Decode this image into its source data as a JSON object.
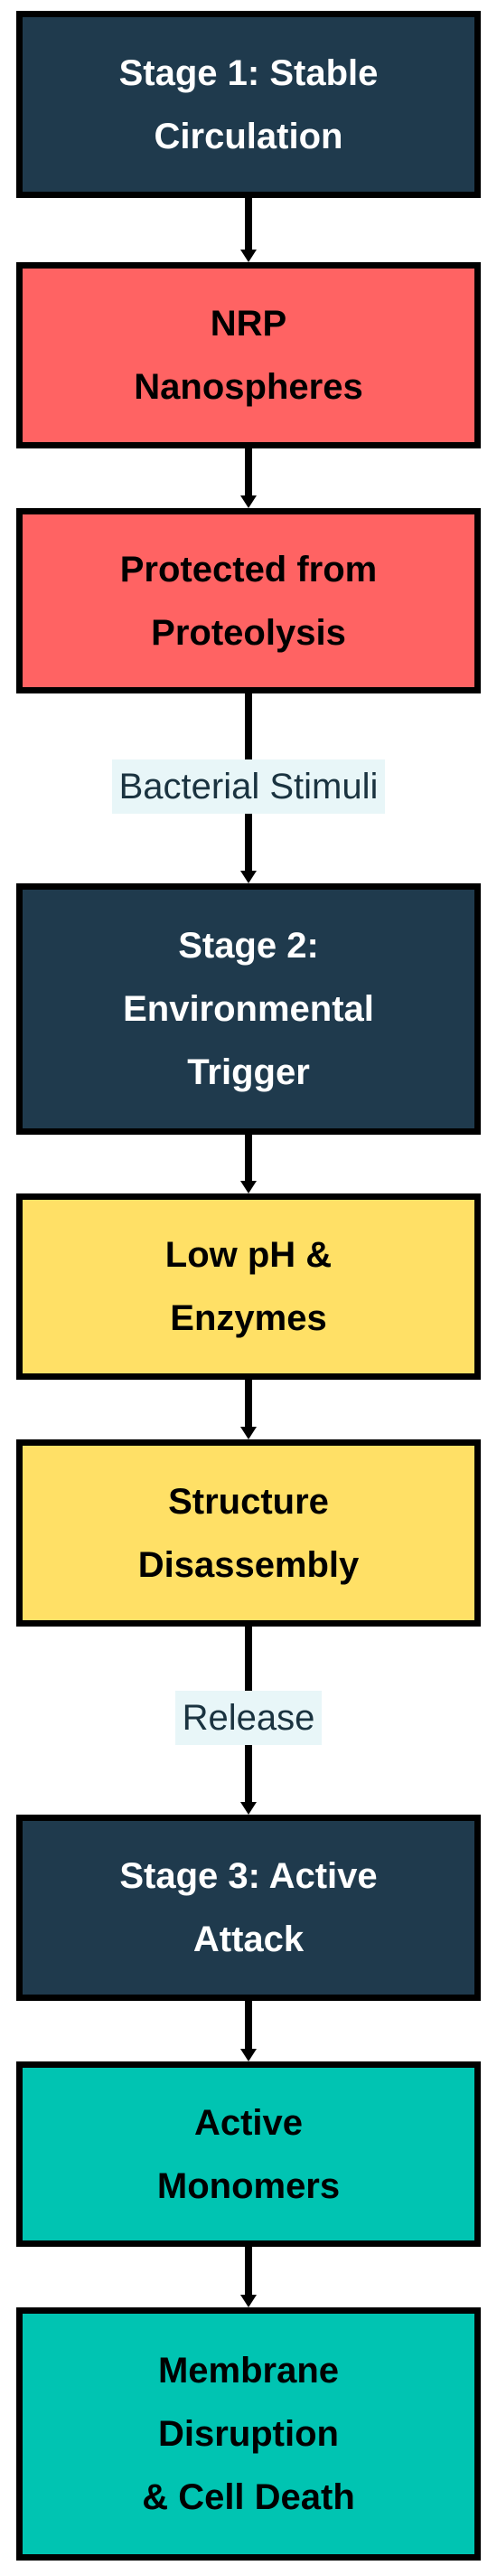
{
  "nodes": [
    {
      "id": "stage1",
      "label": "Stage 1: Stable\nCirculation",
      "style": "dark"
    },
    {
      "id": "nrp",
      "label": "NRP\nNanospheres",
      "style": "red"
    },
    {
      "id": "protected",
      "label": "Protected from\nProteolysis",
      "style": "red"
    },
    {
      "id": "stage2",
      "label": "Stage 2:\nEnvironmental\nTrigger",
      "style": "dark"
    },
    {
      "id": "lowph",
      "label": "Low pH &\nEnzymes",
      "style": "yellow"
    },
    {
      "id": "disassembly",
      "label": "Structure\nDisassembly",
      "style": "yellow"
    },
    {
      "id": "stage3",
      "label": "Stage 3: Active\nAttack",
      "style": "dark"
    },
    {
      "id": "monomers",
      "label": "Active\nMonomers",
      "style": "teal"
    },
    {
      "id": "membrane",
      "label": "Membrane\nDisruption\n& Cell Death",
      "style": "teal"
    }
  ],
  "edges": [
    {
      "from": "stage1",
      "to": "nrp",
      "label": ""
    },
    {
      "from": "nrp",
      "to": "protected",
      "label": ""
    },
    {
      "from": "protected",
      "to": "stage2",
      "label": "Bacterial Stimuli"
    },
    {
      "from": "stage2",
      "to": "lowph",
      "label": ""
    },
    {
      "from": "lowph",
      "to": "disassembly",
      "label": ""
    },
    {
      "from": "disassembly",
      "to": "stage3",
      "label": "Release"
    },
    {
      "from": "stage3",
      "to": "monomers",
      "label": ""
    },
    {
      "from": "monomers",
      "to": "membrane",
      "label": ""
    }
  ],
  "colors": {
    "dark": "#1f3a4d",
    "red": "#ff6363",
    "yellow": "#ffe066",
    "teal": "#00c4b2",
    "label_bg": "#e8f6f8",
    "label_text": "#1a3340",
    "edge": "#000000"
  }
}
